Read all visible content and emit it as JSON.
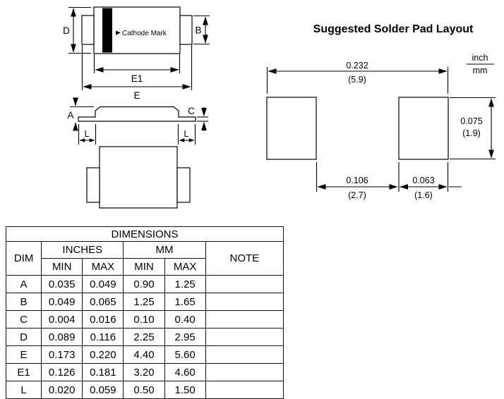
{
  "package_drawing": {
    "cathode_mark_label": "Cathode Mark",
    "labels": {
      "d": "D",
      "b": "B",
      "e1": "E1",
      "e": "E",
      "a": "A",
      "c": "C",
      "l_left": "L",
      "l_right": "L"
    }
  },
  "pad_layout": {
    "title": "Suggested Solder Pad Layout",
    "unit_top": "inch",
    "unit_bottom": "mm",
    "overall_width": {
      "inch": "0.232",
      "mm": "(5.9)"
    },
    "pad_height": {
      "inch": "0.075",
      "mm": "(1.9)"
    },
    "pad_gap": {
      "inch": "0.106",
      "mm": "(2.7)"
    },
    "pad_width": {
      "inch": "0.063",
      "mm": "(1.6)"
    }
  },
  "dimensions_table": {
    "title": "DIMENSIONS",
    "headers": {
      "dim": "DIM",
      "inches": "INCHES",
      "mm": "MM",
      "note": "NOTE",
      "min": "MIN",
      "max": "MAX"
    },
    "rows": [
      {
        "dim": "A",
        "inch_min": "0.035",
        "inch_max": "0.049",
        "mm_min": "0.90",
        "mm_max": "1.25",
        "note": ""
      },
      {
        "dim": "B",
        "inch_min": "0.049",
        "inch_max": "0.065",
        "mm_min": "1.25",
        "mm_max": "1.65",
        "note": ""
      },
      {
        "dim": "C",
        "inch_min": "0.004",
        "inch_max": "0.016",
        "mm_min": "0.10",
        "mm_max": "0.40",
        "note": ""
      },
      {
        "dim": "D",
        "inch_min": "0.089",
        "inch_max": "0.116",
        "mm_min": "2.25",
        "mm_max": "2.95",
        "note": ""
      },
      {
        "dim": "E",
        "inch_min": "0.173",
        "inch_max": "0.220",
        "mm_min": "4.40",
        "mm_max": "5.60",
        "note": ""
      },
      {
        "dim": "E1",
        "inch_min": "0.126",
        "inch_max": "0.181",
        "mm_min": "3.20",
        "mm_max": "4.60",
        "note": ""
      },
      {
        "dim": "L",
        "inch_min": "0.020",
        "inch_max": "0.059",
        "mm_min": "0.50",
        "mm_max": "1.50",
        "note": ""
      }
    ]
  }
}
